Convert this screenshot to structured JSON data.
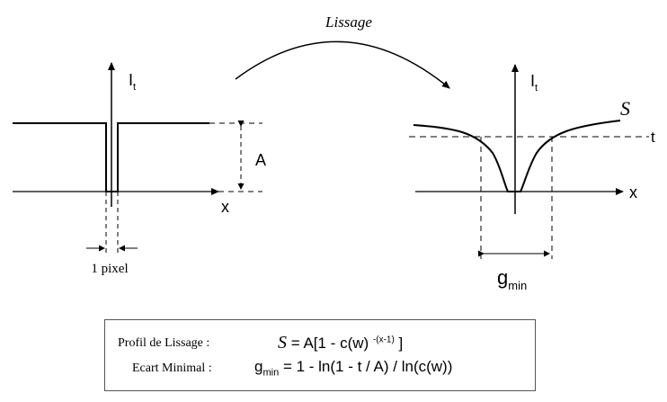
{
  "arc_label": "Lissage",
  "left_panel": {
    "y_axis_label": "I",
    "y_axis_subscript": "t",
    "x_axis_label": "x",
    "amplitude_label": "A",
    "pixel_label": "1 pixel"
  },
  "right_panel": {
    "y_axis_label": "I",
    "y_axis_subscript": "t",
    "x_axis_label": "x",
    "curve_label": "S",
    "threshold_label": "t",
    "gap_label": "g",
    "gap_subscript": "min"
  },
  "formulas": {
    "row1": {
      "label": "Profil de Lissage :",
      "symbol": "S",
      "expr_prefix": "= A[1 - c(w)",
      "exponent": "-(x-1)",
      "expr_suffix": "]"
    },
    "row2": {
      "label": "Ecart Minimal :",
      "symbol": "g",
      "subscript": "min",
      "expr": "= 1 - ln(1 - t / A) / ln(c(w))"
    }
  }
}
